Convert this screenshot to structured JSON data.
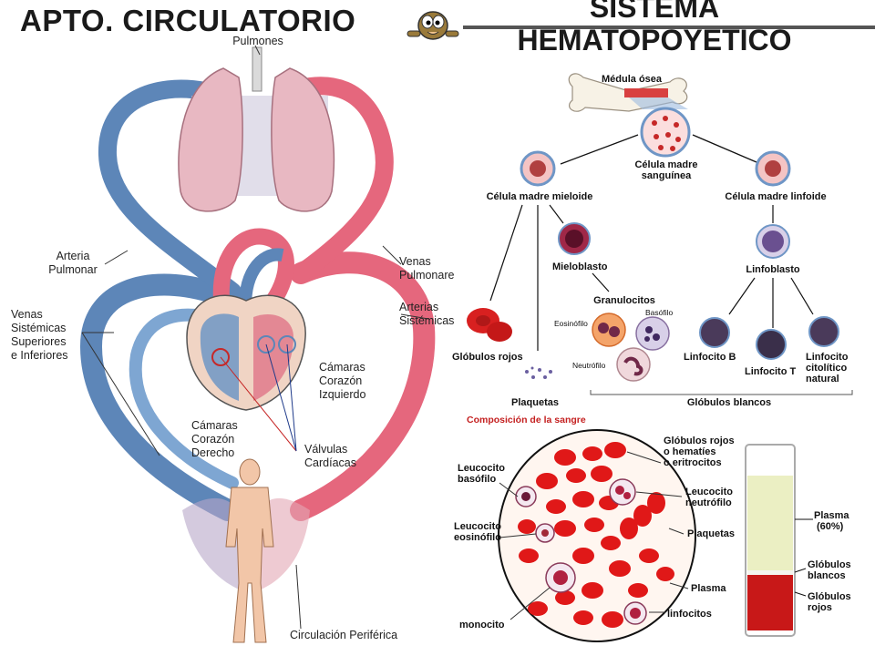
{
  "header": {
    "left_title": "APTO. CIRCULATORIO",
    "right_title_line1": "SISTEMA",
    "right_title_line2": "HEMATOPOYETICO"
  },
  "circulatory": {
    "labels": {
      "lungs": "Pulmones",
      "pulmonary_artery_1": "Arteria",
      "pulmonary_artery_2": "Pulmonar",
      "pulmonary_veins_1": "Venas",
      "pulmonary_veins_2": "Pulmonares",
      "systemic_veins_1": "Venas",
      "systemic_veins_2": "Sistémicas",
      "systemic_veins_3": "Superiores",
      "systemic_veins_4": "e Inferiores",
      "systemic_arteries_1": "Arterias",
      "systemic_arteries_2": "Sistémicas",
      "left_chambers_1": "Cámaras",
      "left_chambers_2": "Corazón",
      "left_chambers_3": "Izquierdo",
      "right_chambers_1": "Cámaras",
      "right_chambers_2": "Corazón",
      "right_chambers_3": "Derecho",
      "valves_1": "Válvulas",
      "valves_2": "Cardíacas",
      "peripheral": "Circulación Periférica"
    }
  },
  "hematopoiesis": {
    "bone_marrow": "Médula ósea",
    "stem_cell_1": "Célula madre",
    "stem_cell_2": "sanguínea",
    "myeloid": "Célula madre mieloide",
    "lymphoid": "Célula madre linfoide",
    "myeloblast": "Mieloblasto",
    "lymphoblast": "Linfoblasto",
    "granulocytes": "Granulocitos",
    "basophil": "Basófilo",
    "eosinophil": "Eosinófilo",
    "neutrophil": "Neutrófilo",
    "red_cells": "Glóbulos rojos",
    "platelets": "Plaquetas",
    "b_lymphocyte": "Linfocito B",
    "t_lymphocyte": "Linfocito T",
    "nk_1": "Linfocito",
    "nk_2": "citolítico",
    "nk_3": "natural",
    "white_cells": "Glóbulos blancos"
  },
  "blood_composition": {
    "title": "Composición de la sangre",
    "basophil_1": "Leucocito",
    "basophil_2": "basófilo",
    "eosinophil_1": "Leucocito",
    "eosinophil_2": "eosinófilo",
    "monocyte": "monocito",
    "red_1": "Glóbulos rojos",
    "red_2": "o hematíes",
    "red_3": "o eritrocitos",
    "neutrophil_1": "Leucocito",
    "neutrophil_2": "neutrófilo",
    "platelets": "Plaquetas",
    "plasma": "Plasma",
    "lymphocytes": "linfocitos"
  },
  "tube": {
    "plasma_1": "Plasma",
    "plasma_2": "(60%)",
    "white_1": "Glóbulos",
    "white_2": "blancos",
    "red_1": "Glóbulos",
    "red_2": "rojos"
  }
}
